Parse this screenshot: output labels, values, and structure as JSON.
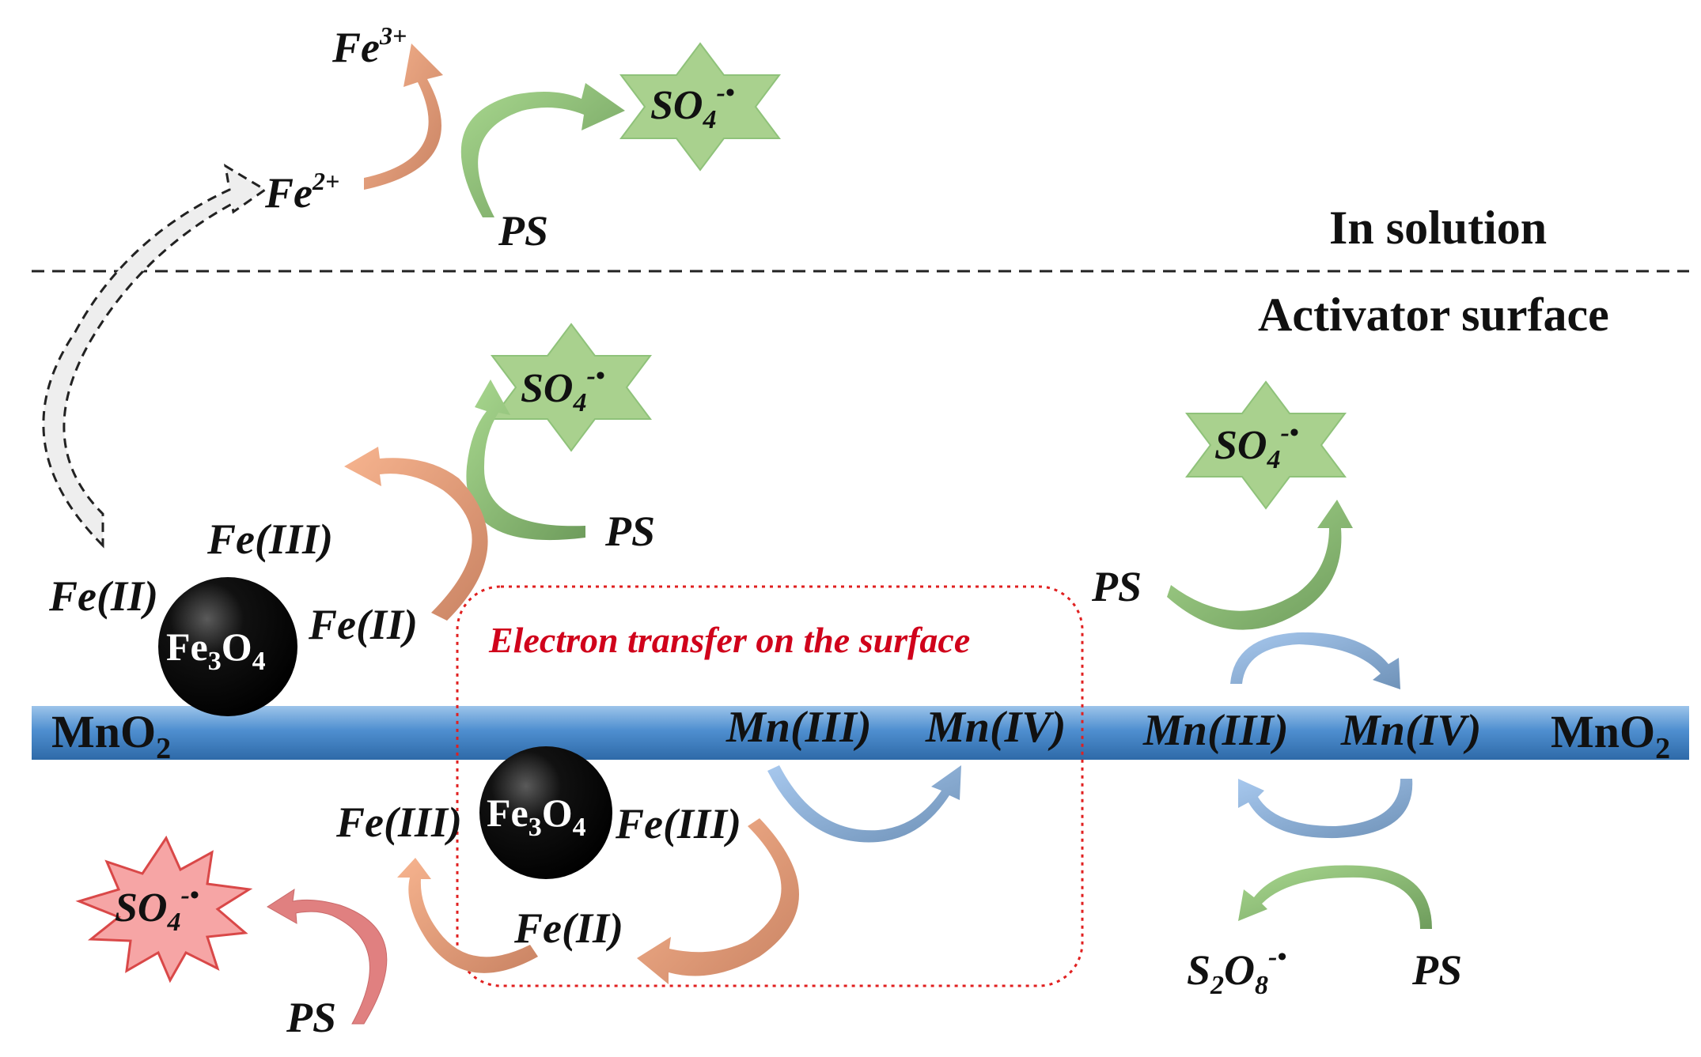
{
  "regions": {
    "in_solution": "In solution",
    "activator_surface": "Activator surface"
  },
  "box_label": "Electron transfer on the surface",
  "surface_labels": {
    "mno2_left": "MnO",
    "mno2_right": "MnO",
    "mno2_sub": "2"
  },
  "particles": {
    "top_prefix": "Fe",
    "top_sub1": "3",
    "top_mid": "O",
    "top_sub2": "4",
    "bottom_prefix": "Fe",
    "bottom_sub1": "3",
    "bottom_mid": "O",
    "bottom_sub2": "4"
  },
  "solution": {
    "fe3": "Fe",
    "fe3_sup": "3+",
    "fe2": "Fe",
    "fe2_sup": "2+",
    "ps": "PS",
    "radical": "SO",
    "radical_sub": "4",
    "radical_sup": "-•"
  },
  "upper_left": {
    "fe_iii": "Fe(III)",
    "fe_ii_left": "Fe(II)",
    "fe_ii_right": "Fe(II)",
    "ps": "PS",
    "radical": "SO",
    "radical_sub": "4",
    "radical_sup": "-•"
  },
  "lower_left": {
    "fe_iii_left": "Fe(III)",
    "fe_iii_right": "Fe(III)",
    "fe_ii": "Fe(II)",
    "ps": "PS",
    "radical": "SO",
    "radical_sub": "4",
    "radical_sup": "-•"
  },
  "middle": {
    "mn_iii": "Mn(III)",
    "mn_iv": "Mn(IV)"
  },
  "right": {
    "mn_iii": "Mn(III)",
    "mn_iv": "Mn(IV)",
    "ps_top": "PS",
    "ps_bottom": "PS",
    "s2o8": "S",
    "s2o8_sub1": "2",
    "s2o8_o": "O",
    "s2o8_sub2": "8",
    "s2o8_sup": "-•",
    "radical": "SO",
    "radical_sub": "4",
    "radical_sup": "-•"
  },
  "colors": {
    "fe_arrow": "#f4a27a",
    "ps_arrow": "#8fc97a",
    "mn_arrow": "#8db4e0",
    "star_green": "#a9d18e",
    "star_red": "#f4a5a5",
    "bar_blue": "#4f8fd0",
    "box_red": "#e02020"
  }
}
